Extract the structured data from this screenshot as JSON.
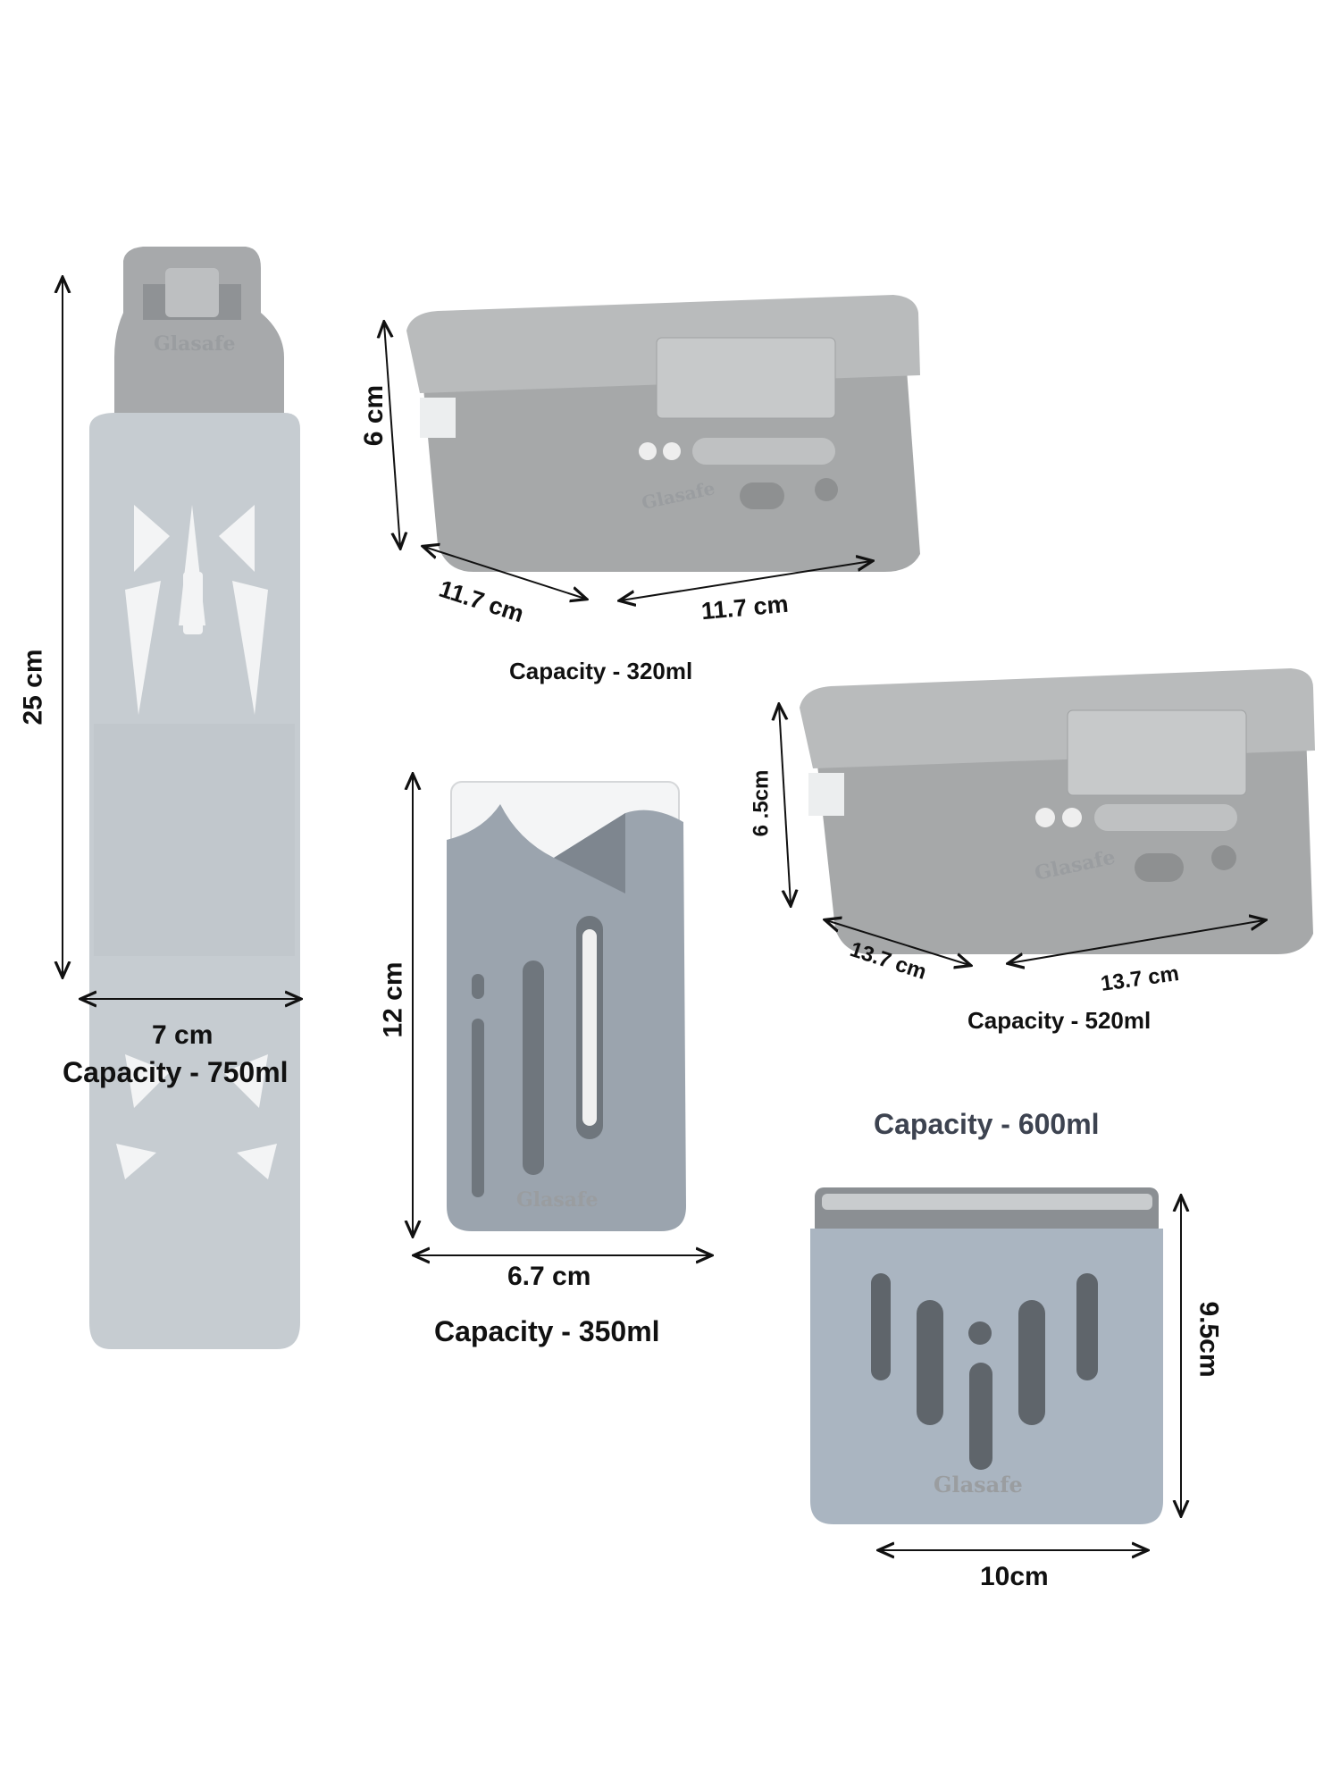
{
  "brand": "Glasafe",
  "colors": {
    "silicone_light": "#c5cbd0",
    "silicone_gray": "#a9abac",
    "sleeve_blue": "#9aa3ad",
    "canister_blue": "#a9b4c0",
    "steel": "#8b8f93",
    "text": "#111111",
    "text_muted": "#3d4350"
  },
  "products": [
    {
      "name": "bottle",
      "height": "25 cm",
      "width": "7 cm",
      "capacity": "Capacity - 750ml"
    },
    {
      "name": "container-small",
      "height": "6 cm",
      "depth": "11.7 cm",
      "width": "11.7 cm",
      "capacity": "Capacity - 320ml"
    },
    {
      "name": "container-large",
      "height": "6 .5cm",
      "depth": "13.7 cm",
      "width": "13.7 cm",
      "capacity": "Capacity - 520ml"
    },
    {
      "name": "tumbler",
      "height": "12 cm",
      "width": "6.7 cm",
      "capacity": "Capacity - 350ml"
    },
    {
      "name": "canister",
      "height": "9.5cm",
      "width": "10cm",
      "capacity": "Capacity - 600ml"
    }
  ]
}
